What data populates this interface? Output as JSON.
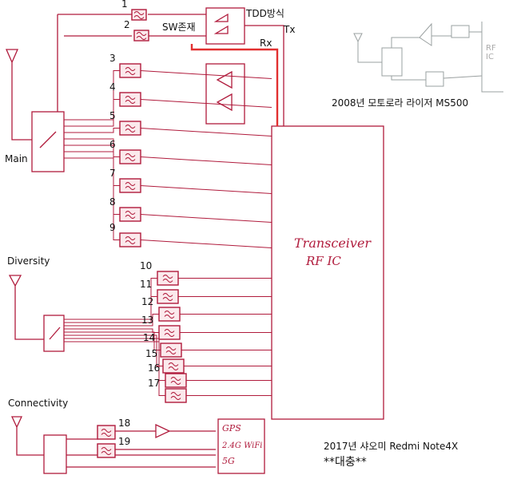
{
  "labels": {
    "main": "Main",
    "diversity": "Diversity",
    "connectivity": "Connectivity",
    "sw": "SW존재",
    "tdd": "TDD방식",
    "tx": "Tx",
    "rx": "Rx",
    "transceiver_line1": "Transceiver",
    "transceiver_line2": "RF IC",
    "gps": "GPS",
    "wifi24": "2.4G WiFi",
    "wifi5": "5G",
    "old_rfic": "RF IC",
    "caption_2008": "2008년 모토로라 라이저 MS500",
    "caption_2017": "2017년 샤오미 Redmi Note4X",
    "caption_note": "**대충**"
  },
  "filters": [
    "1",
    "2",
    "3",
    "4",
    "5",
    "6",
    "7",
    "8",
    "9",
    "10",
    "11",
    "12",
    "13",
    "14",
    "15",
    "16",
    "17",
    "18",
    "19"
  ],
  "colors": {
    "ink": "#b01b3c",
    "pencil": "#9aa0a0",
    "rx_line": "#e23030"
  }
}
